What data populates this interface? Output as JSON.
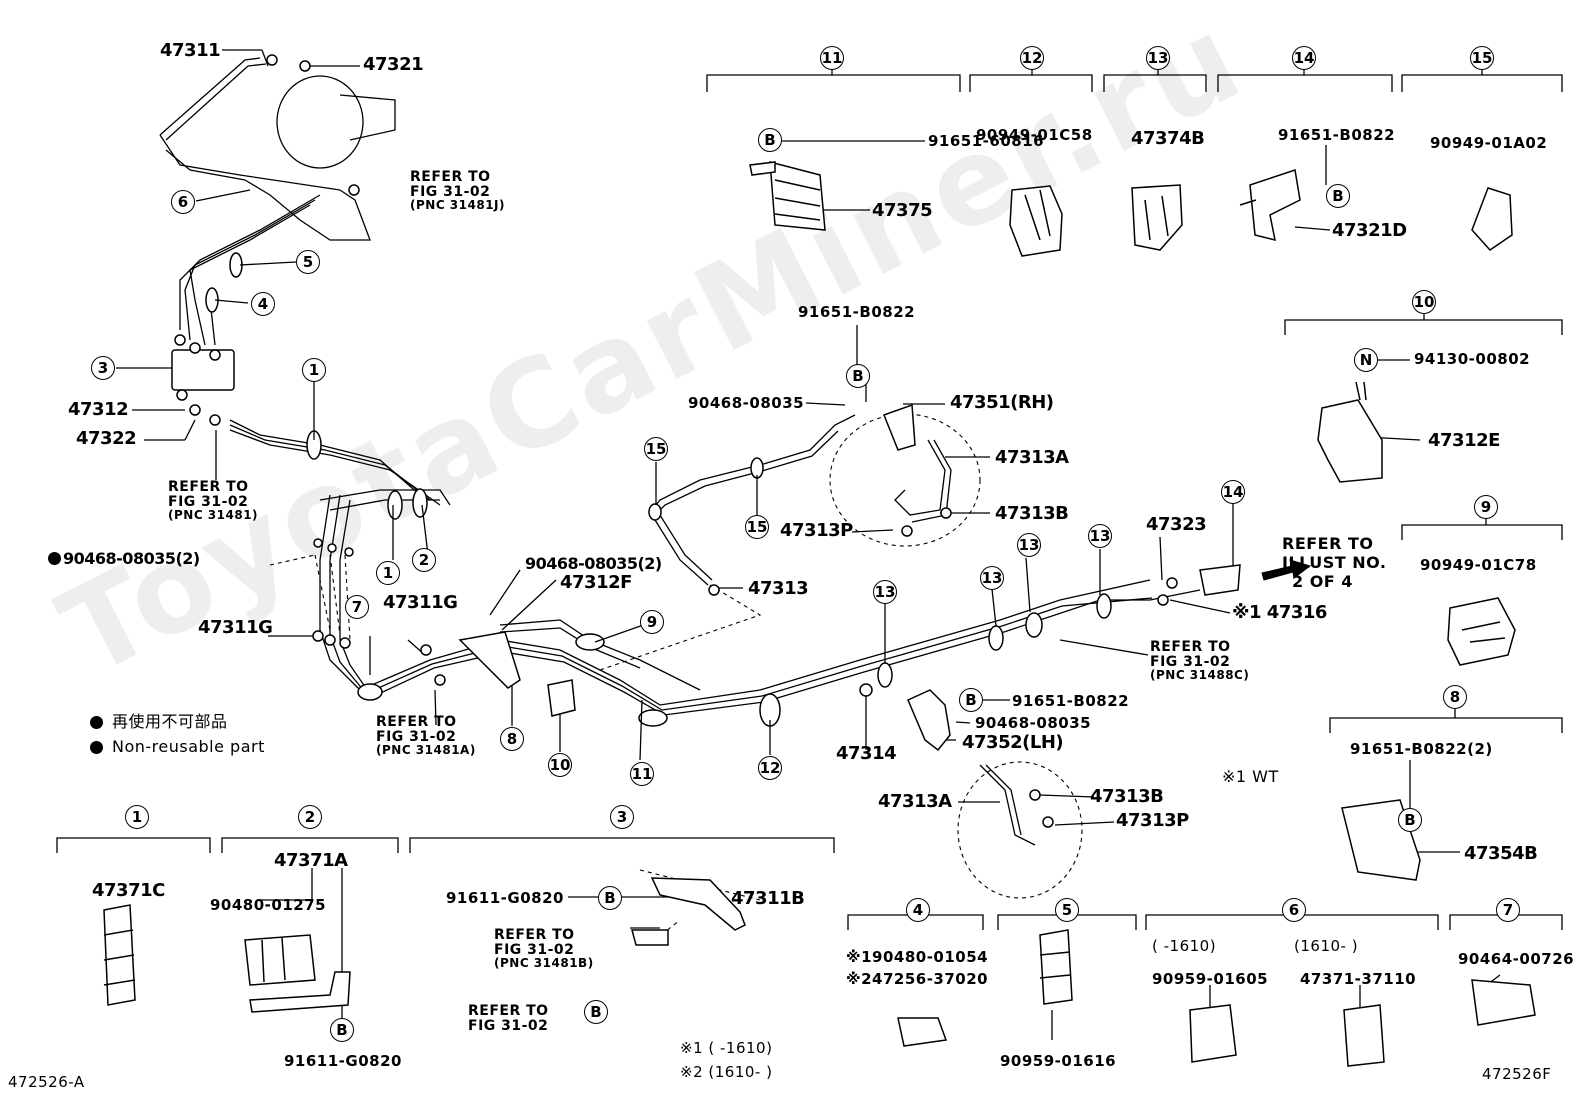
{
  "watermark": "ToyotaCarMiner.ru",
  "part_labels": {
    "p47311": "47311",
    "p47321": "47321",
    "p47312": "47312",
    "p47322": "47322",
    "p90468_l": "90468-08035(2)",
    "p47311g_l": "47311G",
    "p47311g_r": "47311G",
    "p90468_m": "90468-08035(2)",
    "p47312f": "47312F",
    "p47313": "47313",
    "p91651_top": "91651-B0822",
    "p90468_top": "90468-08035",
    "p47351": "47351(RH)",
    "p47313a_top": "47313A",
    "p47313b_top": "47313B",
    "p47313p_top": "47313P",
    "p47323": "47323",
    "p47316": "※1 47316",
    "p91651_mid": "91651-B0822",
    "p90468_mid": "90468-08035",
    "p47352": "47352(LH)",
    "p47314": "47314",
    "p47313a_bot": "47313A",
    "p47313b_bot": "47313B",
    "p47313p_bot": "47313P",
    "wt_note": "※1 WT",
    "h11_a": "91651-60816",
    "h11_b": "47375",
    "h12_a": "90949-01C58",
    "h13_a": "47374B",
    "h14_a": "91651-B0822",
    "h14_b": "47321D",
    "h15_a": "90949-01A02",
    "h10_a": "94130-00802",
    "h10_b": "47312E",
    "h9_a": "90949-01C78",
    "h8_a": "91651-B0822(2)",
    "h8_b": "47354B",
    "g1_a": "47371C",
    "g2_a": "47371A",
    "g2_b": "90480-01275",
    "g2_c": "91611-G0820",
    "g3_a": "91611-G0820",
    "g3_b": "47311B",
    "g4_a": "※190480-01054",
    "g4_b": "※247256-37020",
    "g5_a": "90959-01616",
    "g6_range_l": "(      -1610)",
    "g6_range_r": "(1610-        )",
    "g6_a": "90959-01605",
    "g6_b": "47371-37110",
    "g7_a": "90464-00726",
    "footnote1": "※1 (      -1610)",
    "footnote2": "※2 (1610-      )",
    "code_left": "472526-A",
    "code_right": "472526F"
  },
  "refer_notes": {
    "r1": [
      "REFER TO",
      "FIG 31-02",
      "(PNC 31481J)"
    ],
    "r2": [
      "REFER TO",
      "FIG 31-02",
      "(PNC 31481)"
    ],
    "r3": [
      "REFER TO",
      "FIG 31-02",
      "(PNC 31481A)"
    ],
    "r4": [
      "REFER TO",
      "FIG 31-02",
      "(PNC 31488C)"
    ],
    "r5": [
      "REFER TO",
      "FIG 31-02",
      "(PNC 31481B)"
    ],
    "r6": [
      "REFER TO",
      "FIG 31-02"
    ],
    "illust": [
      "REFER TO",
      "ILLUST NO.",
      "2 OF 4"
    ]
  },
  "legend": {
    "jp": "再使用不可部品",
    "en": "Non-reusable part"
  },
  "callouts": {
    "c1": "1",
    "c2": "2",
    "c3": "3",
    "c4": "4",
    "c5": "5",
    "c6": "6",
    "c7": "7",
    "c8": "8",
    "c9": "9",
    "c10": "10",
    "c11": "11",
    "c12": "12",
    "c13": "13",
    "c14": "14",
    "c15": "15",
    "b": "B",
    "n": "N"
  }
}
